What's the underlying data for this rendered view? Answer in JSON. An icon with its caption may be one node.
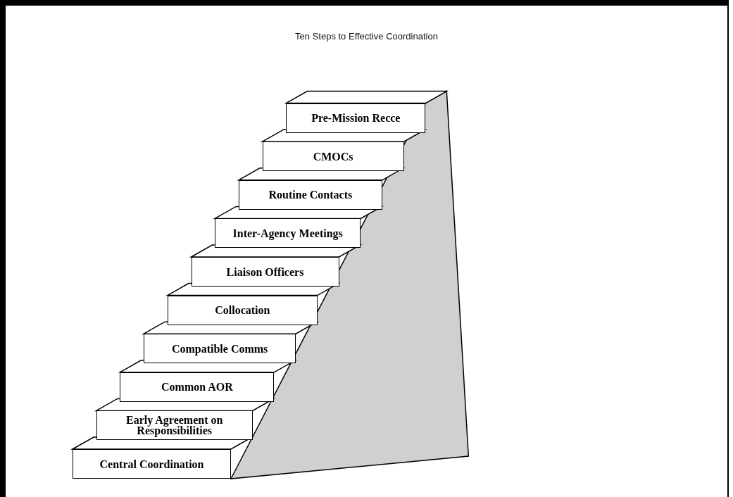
{
  "diagram": {
    "title": "Ten Steps to Effective Coordination",
    "nodes": [
      {
        "text": [
          "Pre-Mission Recce"
        ]
      },
      {
        "text": [
          "CMOCs"
        ]
      },
      {
        "text": [
          "Routine Contacts"
        ]
      },
      {
        "text": [
          "Inter-Agency Meetings"
        ]
      },
      {
        "text": [
          "Liaison Officers"
        ]
      },
      {
        "text": [
          "Collocation"
        ]
      },
      {
        "text": [
          "Compatible Comms"
        ]
      },
      {
        "text": [
          "Common AOR"
        ]
      },
      {
        "text": [
          "Early Agreement on Responsibilities"
        ]
      },
      {
        "text": [
          "Central Coordination"
        ]
      }
    ]
  }
}
